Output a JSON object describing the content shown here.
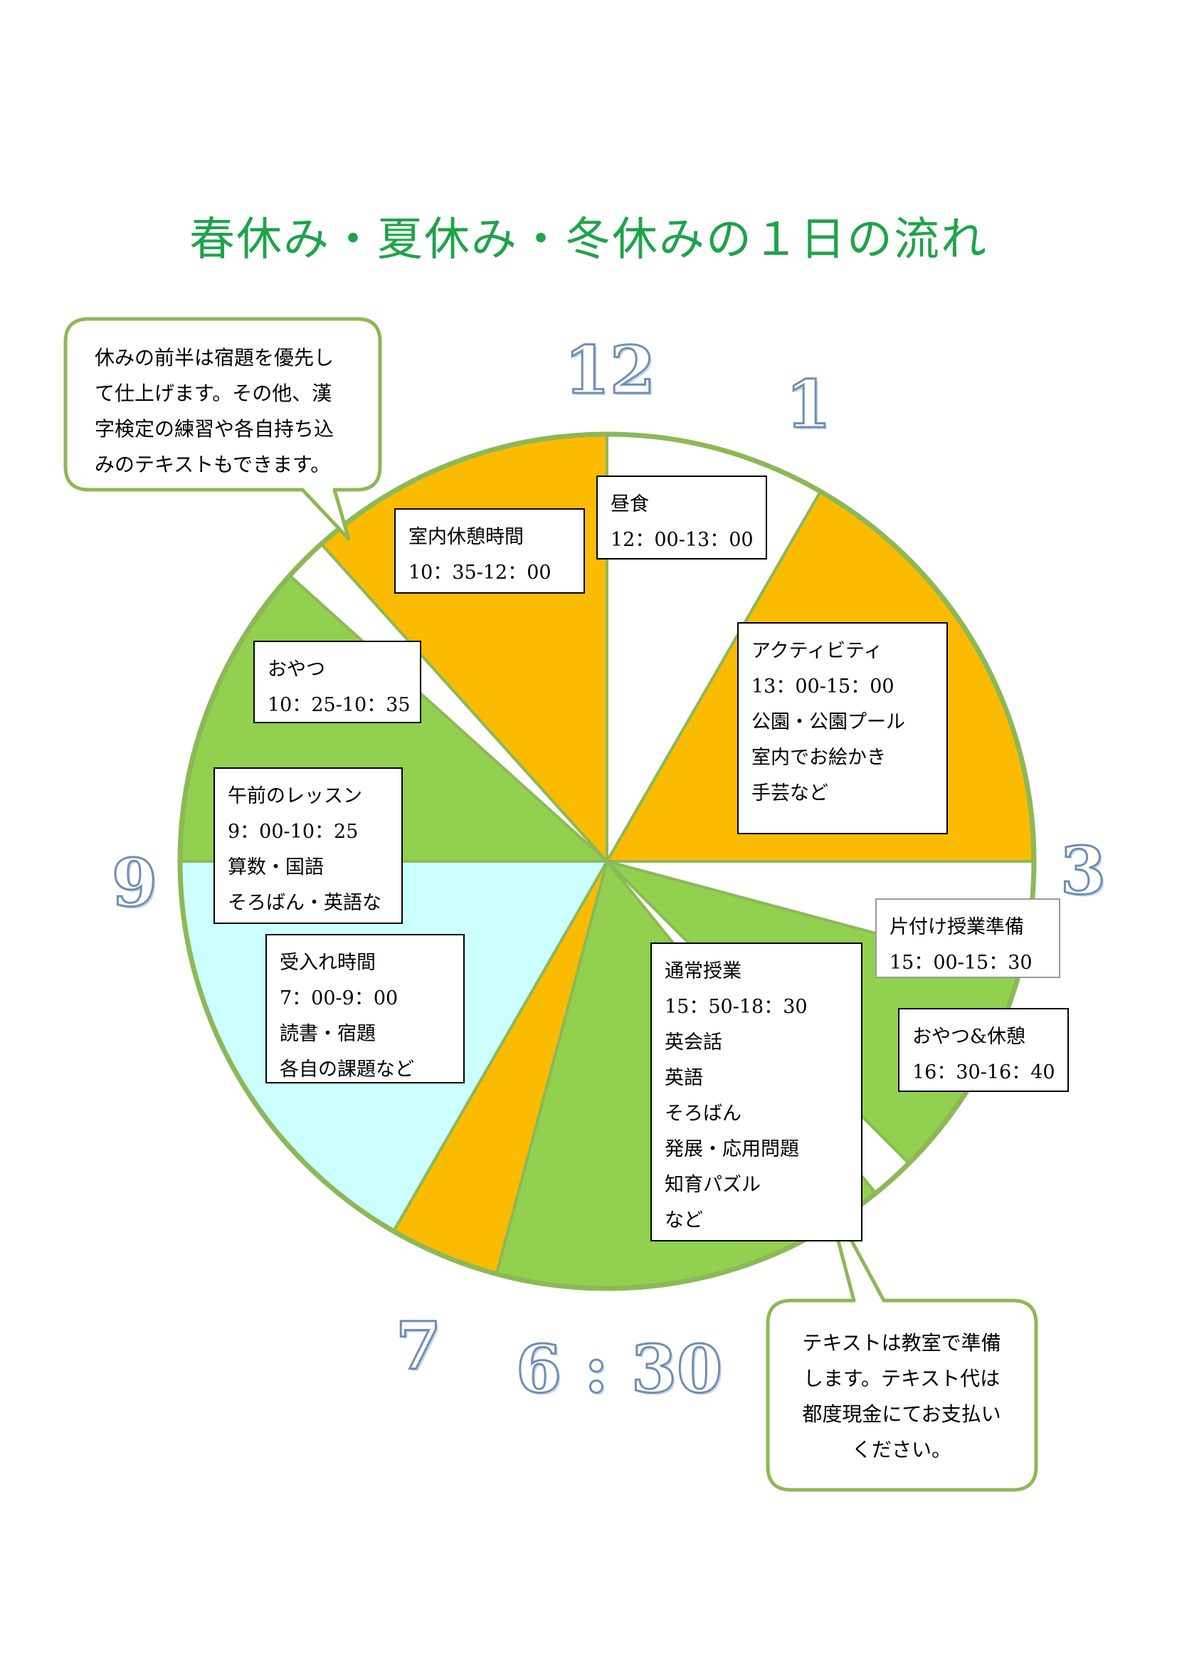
{
  "title": "春休み・夏休み・冬休みの１日の流れ",
  "clock_numbers": {
    "n12": "12",
    "n1": "1",
    "n3": "3",
    "n9": "9",
    "n7": "7",
    "n630": "6 : 30"
  },
  "colors": {
    "orange": "#fbbb00",
    "green": "#92d050",
    "light_cyan": "#ccffff",
    "white": "#ffffff",
    "border_green": "#8db857",
    "title_green": "#1fa34a"
  },
  "segments": [
    {
      "label": "昼食",
      "time": "12：00-13：00",
      "from": 12.0,
      "to": 13.0,
      "color": "white"
    },
    {
      "label": "アクティビティ",
      "time": "13：00-15：00",
      "from": 13.0,
      "to": 15.0,
      "color": "orange"
    },
    {
      "label": "片付け授業準備",
      "time": "15：00-15：30",
      "from": 15.0,
      "to": 15.5,
      "color": "white"
    },
    {
      "label": "通常授業",
      "time": "15：50-18：30",
      "from": 15.5,
      "to": 16.5,
      "color": "green"
    },
    {
      "label": "おやつ&休憩",
      "time": "16：30-16：40",
      "from": 16.5,
      "to": 16.7,
      "color": "white"
    },
    {
      "label": "通常授業",
      "time": "15：50-18：30",
      "from": 16.7,
      "to": 18.5,
      "color": "green"
    },
    {
      "label": "",
      "time": "",
      "from": 18.5,
      "to": 19.0,
      "color": "orange"
    },
    {
      "label": "受入れ時間",
      "time": "7：00-9：00",
      "from": 19.0,
      "to": 21.0,
      "color": "light_cyan"
    },
    {
      "label": "午前のレッスン",
      "time": "9：00-10：25",
      "from": 21.0,
      "to": 22.4,
      "color": "green"
    },
    {
      "label": "おやつ",
      "time": "10：25-10：35",
      "from": 22.4,
      "to": 22.6,
      "color": "white"
    },
    {
      "label": "室内休憩時間",
      "time": "10：35-12：00",
      "from": 22.6,
      "to": 24.0,
      "color": "orange"
    }
  ],
  "boxes": {
    "lunch": {
      "lines": [
        "昼食",
        "12：00-13：00"
      ]
    },
    "activity": {
      "lines": [
        "アクティビティ",
        "13：00-15：00",
        "公園・公園プール",
        "室内でお絵かき",
        "手芸など"
      ]
    },
    "cleanup": {
      "lines": [
        "片付け授業準備",
        "15：00-15：30"
      ]
    },
    "snack_break": {
      "lines": [
        "おやつ&休憩",
        "16：30-16：40"
      ]
    },
    "regular": {
      "lines": [
        "通常授業",
        "15：50-18：30",
        "英会話",
        "英語",
        "そろばん",
        "発展・応用問題",
        "知育パズル",
        "など"
      ]
    },
    "reception": {
      "lines": [
        "受入れ時間",
        "7：00-9：00",
        "読書・宿題",
        "各自の課題など"
      ]
    },
    "morning": {
      "lines": [
        "午前のレッスン",
        "9：00-10：25",
        "算数・国語",
        "そろばん・英語な"
      ]
    },
    "snack": {
      "lines": [
        "おやつ",
        "10：25-10：35"
      ]
    },
    "rest": {
      "lines": [
        "室内休憩時間",
        "10：35-12：00"
      ]
    }
  },
  "bubbles": {
    "top_left": {
      "lines": [
        "休みの前半は宿題を優先し",
        "て仕上げます。その他、漢",
        "字検定の練習や各自持ち込",
        "みのテキストもできます。"
      ]
    },
    "bottom_right": {
      "lines": [
        "テキストは教室で準備",
        "します。テキスト代は",
        "都度現金にてお支払い",
        "ください。"
      ]
    }
  }
}
